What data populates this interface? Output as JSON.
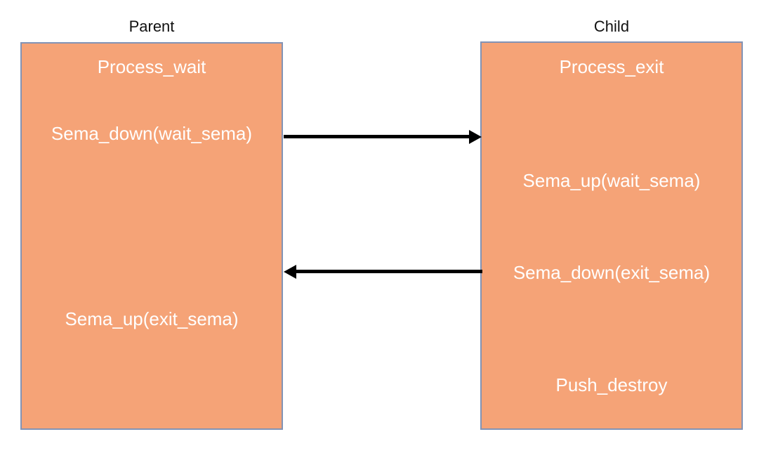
{
  "diagram": {
    "parent": {
      "title": "Parent",
      "steps": [
        "Process_wait",
        "Sema_down(wait_sema)",
        "Sema_up(exit_sema)"
      ]
    },
    "child": {
      "title": "Child",
      "steps": [
        "Process_exit",
        "Sema_up(wait_sema)",
        "Sema_down(exit_sema)",
        "Push_destroy"
      ]
    },
    "arrows": [
      {
        "name": "parent-to-child",
        "direction": "right",
        "from": "Sema_down(wait_sema)",
        "to": "Sema_up(wait_sema)"
      },
      {
        "name": "child-to-parent",
        "direction": "left",
        "from": "Sema_down(exit_sema)",
        "to": "Sema_up(exit_sema)"
      }
    ],
    "colors": {
      "background": "#FFFFFF",
      "box_fill": "#F5A377",
      "box_border": "#8293B5",
      "step_text": "#FFFFFF",
      "title_text": "#111111",
      "arrow": "#000000"
    }
  }
}
